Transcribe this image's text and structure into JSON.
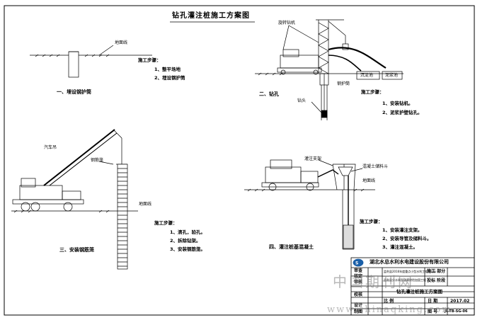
{
  "title": "钻孔灌注桩施工方案图",
  "step1": {
    "label_ground": "地面线",
    "steps_title": "施工步骤：",
    "steps": [
      "1、整平场地",
      "2、埋设钢护筒"
    ],
    "caption": "一、埋设钢护筒"
  },
  "step2": {
    "label_rig": "旋转钻机",
    "label_tank1": "沉淀池",
    "label_tank2": "泥浆池",
    "label_casing": "钢护筒",
    "label_bit": "钻头",
    "steps_title": "施工步骤：",
    "steps": [
      "1、安装钻机。",
      "2、泥浆护壁钻孔。"
    ],
    "caption": "二、钻孔"
  },
  "step3": {
    "label_crane": "汽车吊",
    "label_cage": "钢筋笼",
    "label_ground": "地面线",
    "steps_title": "施工步骤：",
    "steps": [
      "1、清孔，验孔。",
      "2、拆除钻架。",
      "3、安装钢筋笼。"
    ],
    "caption": "三、安装钢筋笼"
  },
  "step4": {
    "label_support": "灌注支架",
    "label_hopper": "混凝土储料斗",
    "label_ground": "地面线",
    "steps_title": "施工步骤：",
    "steps": [
      "1、安装灌注支架。",
      "2、安装导管及储料斗。",
      "3、灌注混凝土。"
    ],
    "caption": "四、灌注桩基混凝土"
  },
  "title_block": {
    "company": "湖北水总水利水电建设股份有限公司",
    "roles": [
      "审查",
      "核定",
      "审核",
      "校核",
      "设计",
      "制图"
    ],
    "project_line1": "监利县2016年度重点小型水利工程第九标",
    "project_line2": "监利县分水闸及涵闸除险加固工程",
    "stage_label": "施工  部分",
    "stage_value": "投标  阶段",
    "drawing_name": "钻孔灌注桩施工方案图",
    "scale_label": "比  例",
    "date_label": "日  期",
    "date_value": "2017.02",
    "number_label": "图  号",
    "number_value": "JL-TB-SG-06"
  },
  "watermark": {
    "cn": "中国期刊网",
    "url": "www.chinaqking.com"
  }
}
